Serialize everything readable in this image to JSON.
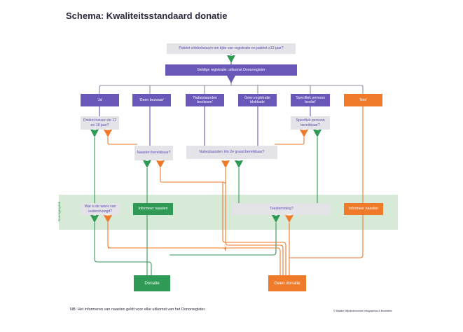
{
  "title": "Schema: Kwaliteitsstandaard donatie",
  "band_label": "Donorgesprek",
  "boxes": {
    "q_wilsbekwaam": "Patiënt wilsbekwaam ten tijde van registratie en patiënt ≥12 jaar?",
    "geldige_registratie": "Geldige registratie: uitkomst Donorregister",
    "ja": "'Ja'",
    "geen_bezwaar": "'Geen bezwaar'",
    "nabestaanden_beslissen": "'Nabestaanden beslissen'",
    "geen_registratie": "Geen registratie blokkade",
    "specifiek_persoon": "'Specifiek persoon beslist'",
    "nee": "'Nee'",
    "patient_12_18": "Patiënt tussen de 12 en 18 jaar?",
    "specifiek_bereikbaar": "Specifiek persoon bereikbaar?",
    "naasten_bereikbaar": "Naasten bereikbaar?",
    "nabestaanden_bereikbaar": "Nabestaanden t/m 2e graad bereikbaar?",
    "wens_ouders": "Wat is de wens van ouders/voogd?",
    "informeer_naasten_green": "Informeer naasten",
    "toestemming": "Toestemming?",
    "informeer_naasten_orange": "Informeer naasten",
    "donatie": "Donatie",
    "geen_donatie": "Geen donatie"
  },
  "labels": {
    "ja": "JA",
    "nee": "NEE"
  },
  "note": "NB: Het informeren van naasten geldt voor elke uitkomst van het Donorregister.",
  "credit": "© Maaike Wijnands/oorlam infographics & illustraties",
  "colors": {
    "purple": "#6a57b8",
    "orange": "#ee7a2a",
    "green": "#2f9a56",
    "grey": "#e4e3e8",
    "band": "#d6ead7"
  }
}
